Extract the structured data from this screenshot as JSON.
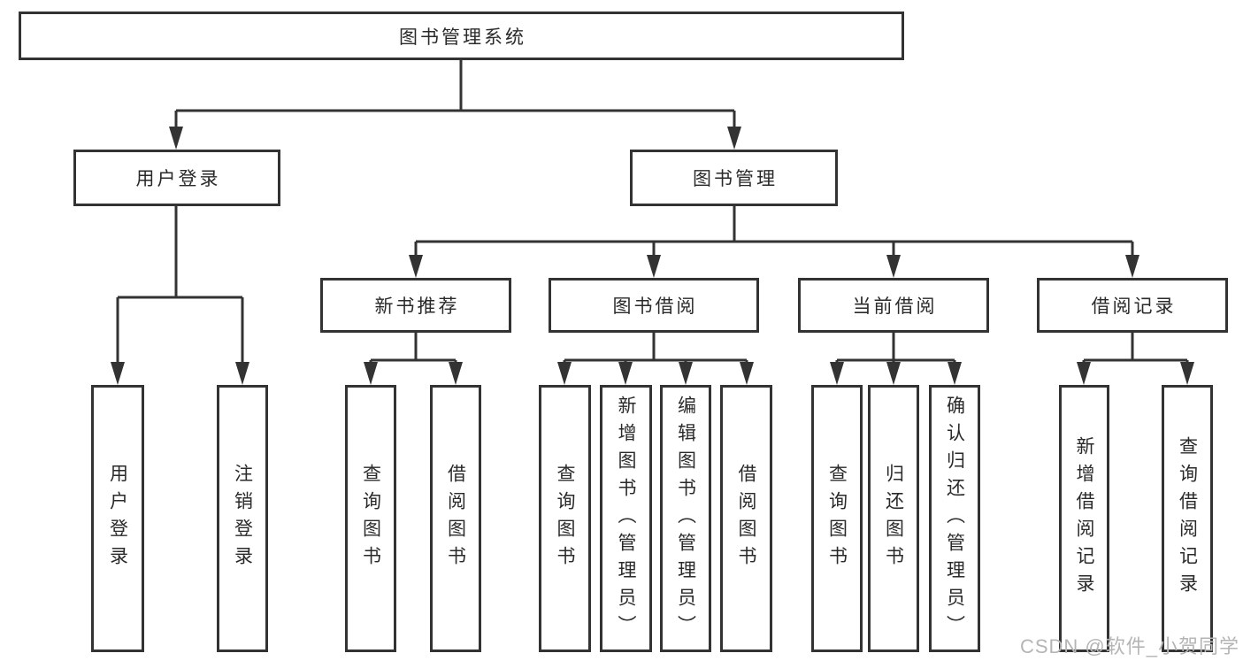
{
  "tree": {
    "label": "图书管理系统",
    "children": [
      {
        "label": "用户登录",
        "children": [
          {
            "label": "用户登录"
          },
          {
            "label": "注销登录"
          }
        ]
      },
      {
        "label": "图书管理",
        "children": [
          {
            "label": "新书推荐",
            "children": [
              {
                "label": "查询图书"
              },
              {
                "label": "借阅图书"
              }
            ]
          },
          {
            "label": "图书借阅",
            "children": [
              {
                "label": "查询图书"
              },
              {
                "label": "新增图书（管理员）"
              },
              {
                "label": "编辑图书（管理员）"
              },
              {
                "label": "借阅图书"
              }
            ]
          },
          {
            "label": "当前借阅",
            "children": [
              {
                "label": "查询图书"
              },
              {
                "label": "归还图书"
              },
              {
                "label": "确认归还（管理员）"
              }
            ]
          },
          {
            "label": "借阅记录",
            "children": [
              {
                "label": "新增借阅记录"
              },
              {
                "label": "查询借阅记录"
              }
            ]
          }
        ]
      }
    ]
  },
  "watermark": "CSDN @软件_小贺同学",
  "colors": {
    "line": "#333333",
    "box_border": "#333333",
    "text": "#2a2a2a",
    "watermark_text": "#b5b5b5",
    "background": "#ffffff"
  }
}
